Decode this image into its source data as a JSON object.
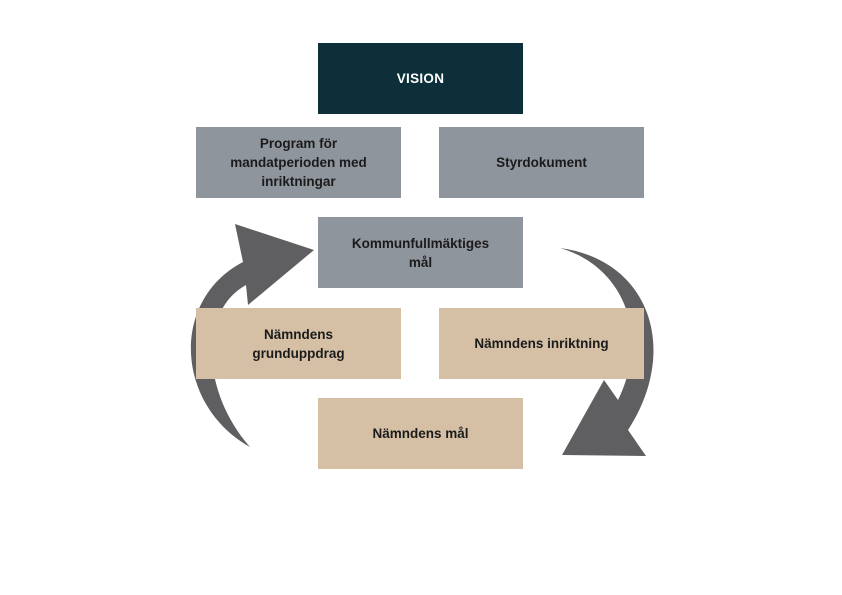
{
  "colors": {
    "vision": "#0c2f3a",
    "grey": "#8f959d",
    "tan": "#d5c0a6",
    "arrow": "#5f5f61"
  },
  "boxes": {
    "vision": "VISION",
    "program": "Program för\nmandatperioden med\ninriktningar",
    "styrdokument": "Styrdokument",
    "kommunfullmaktige": "Kommunfullmäktiges\nmål",
    "grunduppdrag": "Nämndens\ngrunduppdrag",
    "inriktning": "Nämndens inriktning",
    "mal": "Nämndens mål"
  },
  "icons": {
    "left_arrow": "curved-arrow-up-right-icon",
    "right_arrow": "curved-arrow-down-left-icon"
  }
}
